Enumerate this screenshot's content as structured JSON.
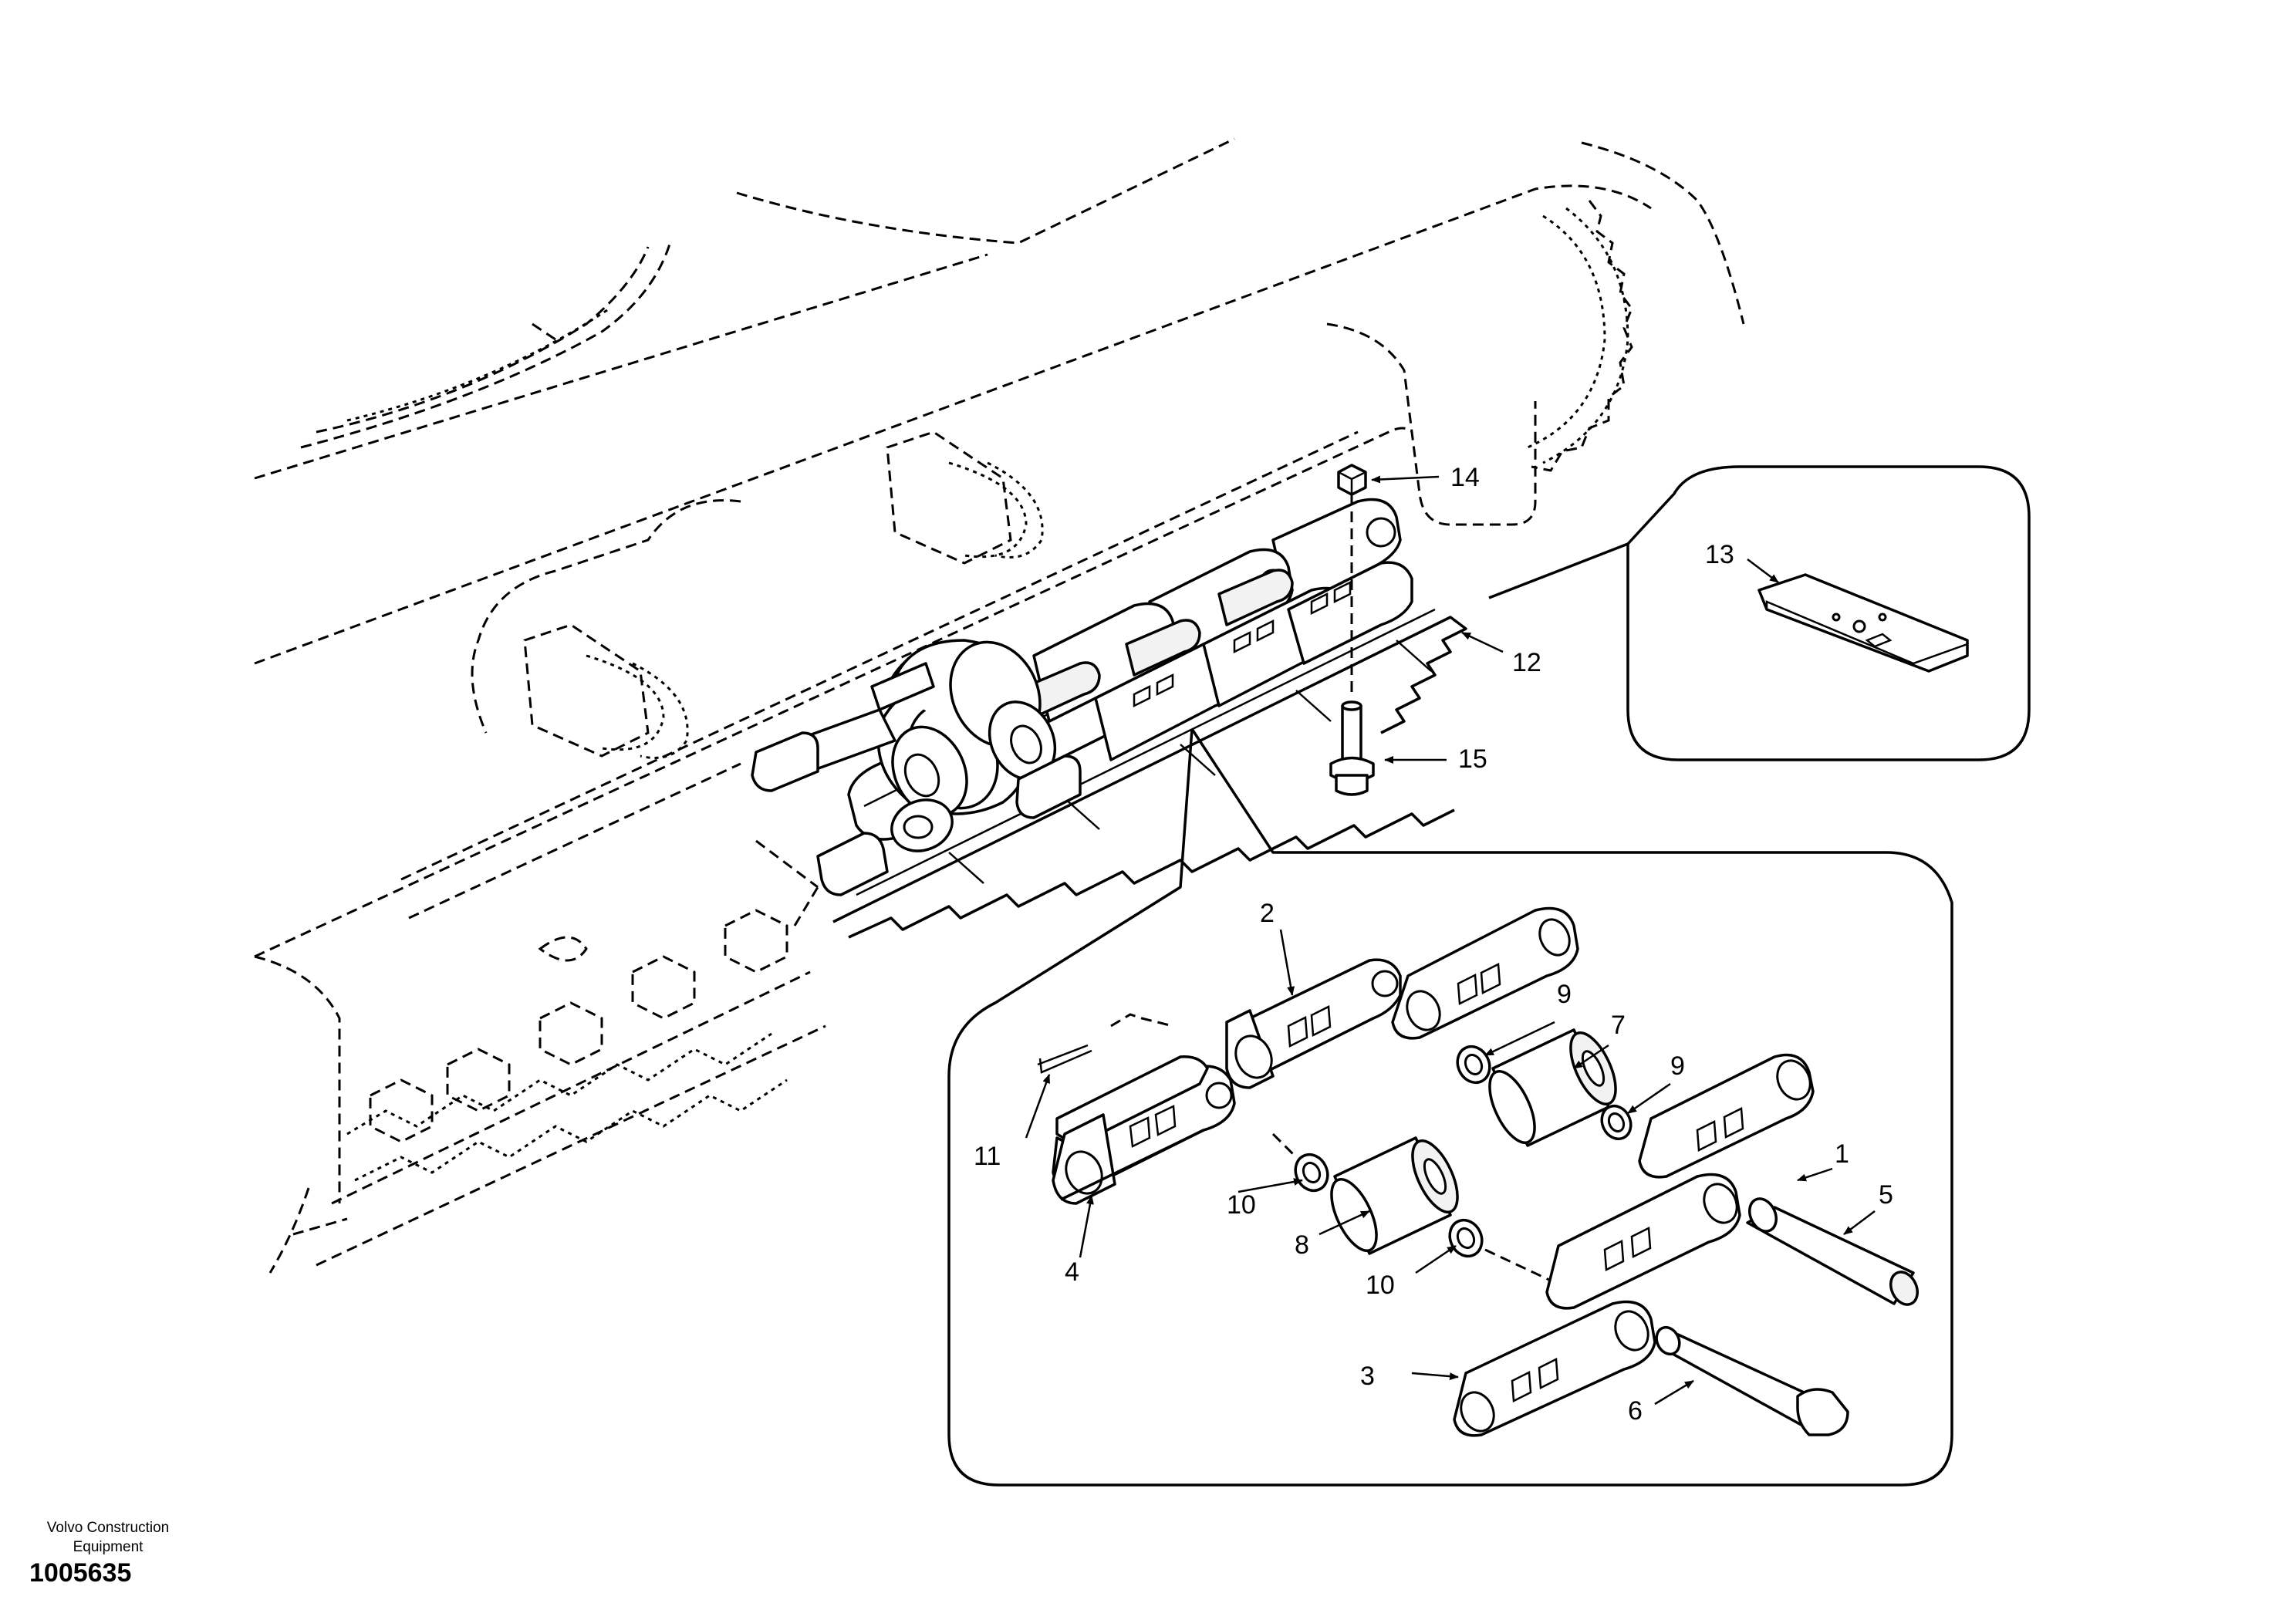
{
  "title": "",
  "brand": {
    "company_line1": "Volvo Construction",
    "company_line2": "Equipment",
    "illustration_number": "1005635"
  },
  "callouts": {
    "c1": "1",
    "c2": "2",
    "c3": "3",
    "c4": "4",
    "c5": "5",
    "c6": "6",
    "c7": "7",
    "c8": "8",
    "c9a": "9",
    "c9b": "9",
    "c10a": "10",
    "c10b": "10",
    "c11": "11",
    "c12": "12",
    "c13": "13",
    "c14": "14",
    "c15": "15"
  },
  "colors": {
    "line": "#000000",
    "background": "#ffffff"
  }
}
